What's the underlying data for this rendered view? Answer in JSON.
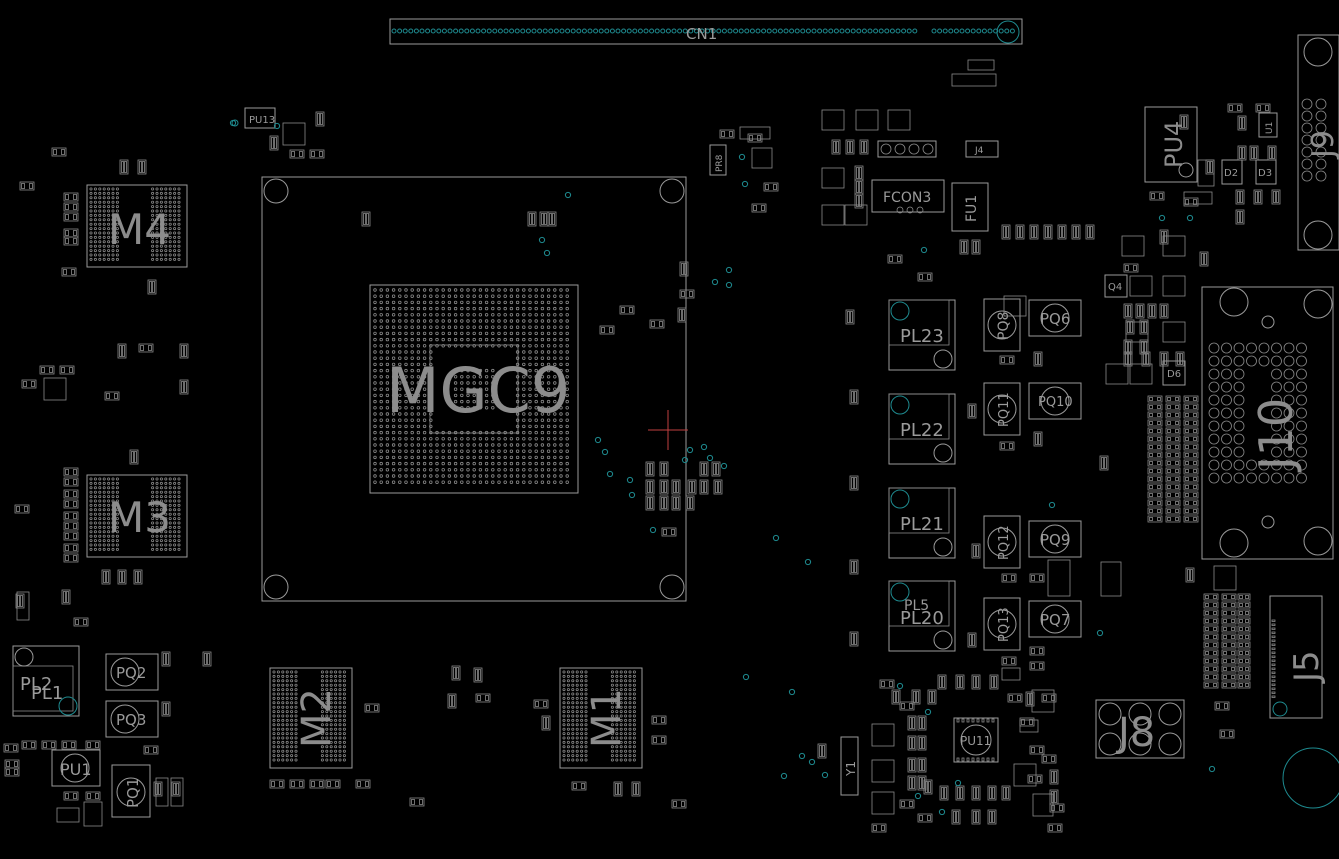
{
  "labels": {
    "cn1": "CN1",
    "mgc9": "MGC9",
    "m4": "M4",
    "m3": "M3",
    "m2": "M2",
    "m1": "M1",
    "j10": "J10",
    "j9": "J9",
    "j8": "J8",
    "j5": "J5",
    "pu4": "PU4",
    "pu11": "PU11",
    "pu13": "PU13",
    "pu1": "PU1",
    "fcon3": "FCON3",
    "fu1": "FU1",
    "pl1": "PL1",
    "pl2": "PL2",
    "pl5": "PL5",
    "pl20": "PL20",
    "pl21": "PL21",
    "pl22": "PL22",
    "pl23": "PL23",
    "pq1": "PQ1",
    "pq2": "PQ2",
    "pq3": "PQ3",
    "pq6": "PQ6",
    "pq7": "PQ7",
    "pq8": "PQ8",
    "pq9": "PQ9",
    "pq10": "PQ10",
    "pq11": "PQ11",
    "pq12": "PQ12",
    "pq13": "PQ13",
    "y1": "Y1",
    "q4": "Q4",
    "d2": "D2",
    "d3": "D3",
    "d6": "D6",
    "u1": "U1",
    "pr8": "PR8",
    "j4": "J4"
  },
  "colors": {
    "background": "#000000",
    "outline": "#9a9a9a",
    "via": "#1e8a8f",
    "crosshair": "#c04040"
  }
}
